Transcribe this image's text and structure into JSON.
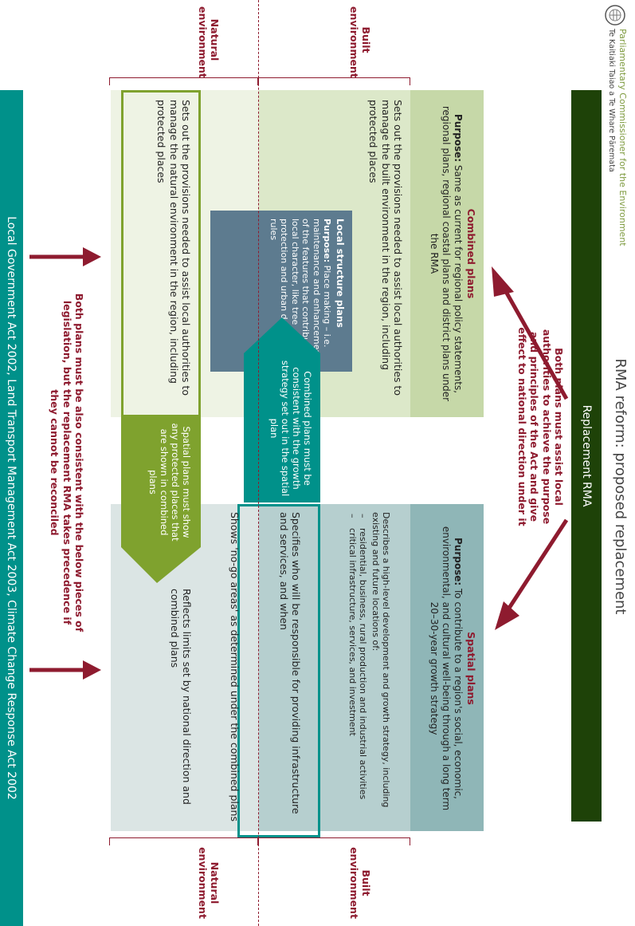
{
  "header": {
    "org_name": "Parliamentary Commissioner for the Environment",
    "org_name_maori": "Te Kaitiaki Taiao a Te Whare Pāremata",
    "title": "RMA reform: proposed replacement"
  },
  "replacement_rma": {
    "label": "Replacement RMA"
  },
  "must_note": {
    "text": "Both plans must assist local authorities to achieve the purpose and principles of the Act and give effect to national direction under it"
  },
  "combined_plans": {
    "title": "Combined plans",
    "purpose_label": "Purpose:",
    "purpose_text": "Same as current for regional policy statements, regional plans, regional coastal plans and district plans under the RMA",
    "built_text": "Sets out the provisions needed to assist local authorities to manage the built environment in the region, including protected places",
    "natural_text": "Sets out the provisions needed to assist local authorities to manage the natural environment in the region, including protected places"
  },
  "local_structure_plans": {
    "title": "Local structure plans",
    "purpose_label": "Purpose:",
    "purpose_text": "Place making – i.e. maintenance and enhancement of the features that contribute to local character, like tree protection and urban design rules"
  },
  "consistency_callout": {
    "text": "Combined plans must be consistent with the growth strategy set out in the spatial plan"
  },
  "protected_callout": {
    "text": "Spatial plans must show any protected places that are shown in combined plans"
  },
  "spatial_plans": {
    "title": "Spatial plans",
    "purpose_label": "Purpose:",
    "purpose_text": "To contribute to a region's social, economic, environmental, and cultural well-being through a long term 20–30-year growth strategy",
    "describes_intro": "Describes a high-level development and growth strategy, including existing and future locations of:",
    "describes_items": [
      "residential, business, rural production and industrial activities",
      "critical infrastructure, services, and investment"
    ],
    "specifies_text": "Specifies who will be responsible for providing infrastructure and services, and when",
    "no_go_text": "Shows 'no-go areas' as determined under the combined plans",
    "reflects_text": "Reflects limits set by national direction and combined plans"
  },
  "environment_labels": {
    "built": "Built environment",
    "natural": "Natural environment"
  },
  "legislation_note": {
    "text": "Both plans must be also consistent with the below pieces of legislation, but the replacement RMA takes precedence if they cannot be reconciled"
  },
  "footer_bar": {
    "text": "Local Government Act 2002, Land Transport Management Act 2003, Climate Change Response Act 2002"
  },
  "colors": {
    "dark_green": "#1e4208",
    "combined_header": "#c6d8a8",
    "built_combined": "#dce8c9",
    "natural_combined": "#eef3e4",
    "spatial_header": "#8fb6b7",
    "built_spatial": "#b6cfcf",
    "natural_spatial": "#dbe5e4",
    "teal": "#00918a",
    "olive": "#7fa22e",
    "slate_blue": "#5d7b8f",
    "maroon": "#8e1b2f"
  }
}
